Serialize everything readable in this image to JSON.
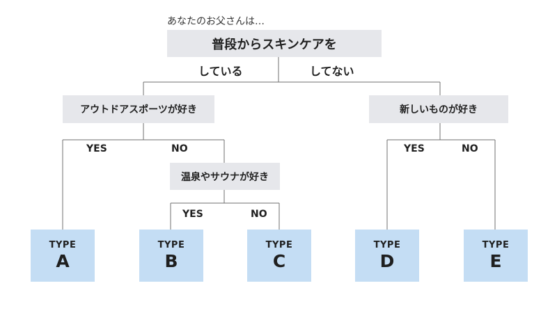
{
  "intro": "あなたのお父さんは…",
  "questions": {
    "root": "普段からスキンケアを",
    "outdoor": "アウトドアスポーツが好き",
    "new_things": "新しいものが好き",
    "onsen": "温泉やサウナが好き"
  },
  "branches": {
    "root_yes": "している",
    "root_no": "してない",
    "outdoor_yes": "YES",
    "outdoor_no": "NO",
    "onsen_yes": "YES",
    "onsen_no": "NO",
    "new_yes": "YES",
    "new_no": "NO"
  },
  "results": [
    {
      "word": "TYPE",
      "letter": "A"
    },
    {
      "word": "TYPE",
      "letter": "B"
    },
    {
      "word": "TYPE",
      "letter": "C"
    },
    {
      "word": "TYPE",
      "letter": "D"
    },
    {
      "word": "TYPE",
      "letter": "E"
    }
  ]
}
